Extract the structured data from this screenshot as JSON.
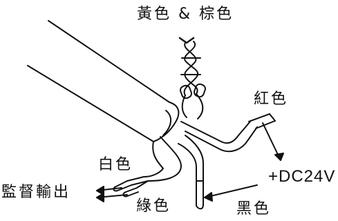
{
  "labels": {
    "yellow_brown": "黃色 & 棕色",
    "red": "紅色",
    "white": "白色",
    "supervision_output": "監督輸出",
    "green": "綠色",
    "black": "黑色",
    "dc": "+DC24V"
  },
  "colors": {
    "ink": "#111111",
    "paper": "#ffffff"
  },
  "figure": {
    "type": "wiring-illustration",
    "wires": [
      "yellow-brown twisted pair",
      "red",
      "black",
      "white",
      "green"
    ]
  }
}
